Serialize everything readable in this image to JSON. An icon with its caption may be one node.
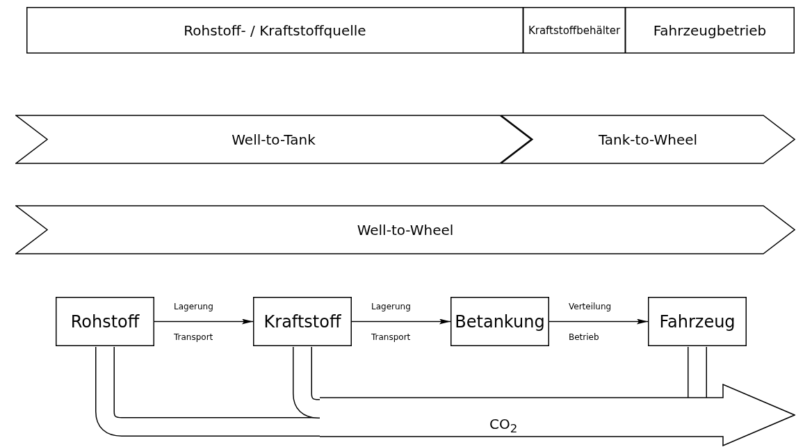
{
  "diagram": {
    "nodes": [
      {
        "text": [
          "Rohstoff- / Kraftstoffquelle"
        ]
      },
      {
        "text": [
          "Kraftstoffbehälter"
        ]
      },
      {
        "text": [
          "Fahrzeugbetrieb"
        ]
      },
      {
        "text": [
          "Well-to-Tank"
        ]
      },
      {
        "text": [
          "Tank-to-Wheel"
        ]
      },
      {
        "text": [
          "Well-to-Wheel"
        ]
      },
      {
        "text": [
          "Rohstoff"
        ]
      },
      {
        "text": [
          "Kraftstoff"
        ]
      },
      {
        "text": [
          "Betankung"
        ]
      },
      {
        "text": [
          "Fahrzeug"
        ]
      },
      {
        "text": [
          "CO$_{2}$"
        ]
      }
    ],
    "edges": [
      {
        "from": 6,
        "to": 7,
        "arrow": "to",
        "label": "Lagerung Transport"
      },
      {
        "from": 7,
        "to": 8,
        "arrow": "to",
        "label": "Lagerung Transport"
      },
      {
        "from": 8,
        "to": 9,
        "arrow": "to",
        "label": "Verteilung Betrieb"
      },
      {
        "from": 6,
        "to": 10,
        "arrow": "none",
        "style": "thick"
      },
      {
        "from": 7,
        "to": 10,
        "arrow": "none",
        "style": "thick"
      },
      {
        "from": 9,
        "to": 10,
        "arrow": "none",
        "style": "thick"
      }
    ]
  }
}
